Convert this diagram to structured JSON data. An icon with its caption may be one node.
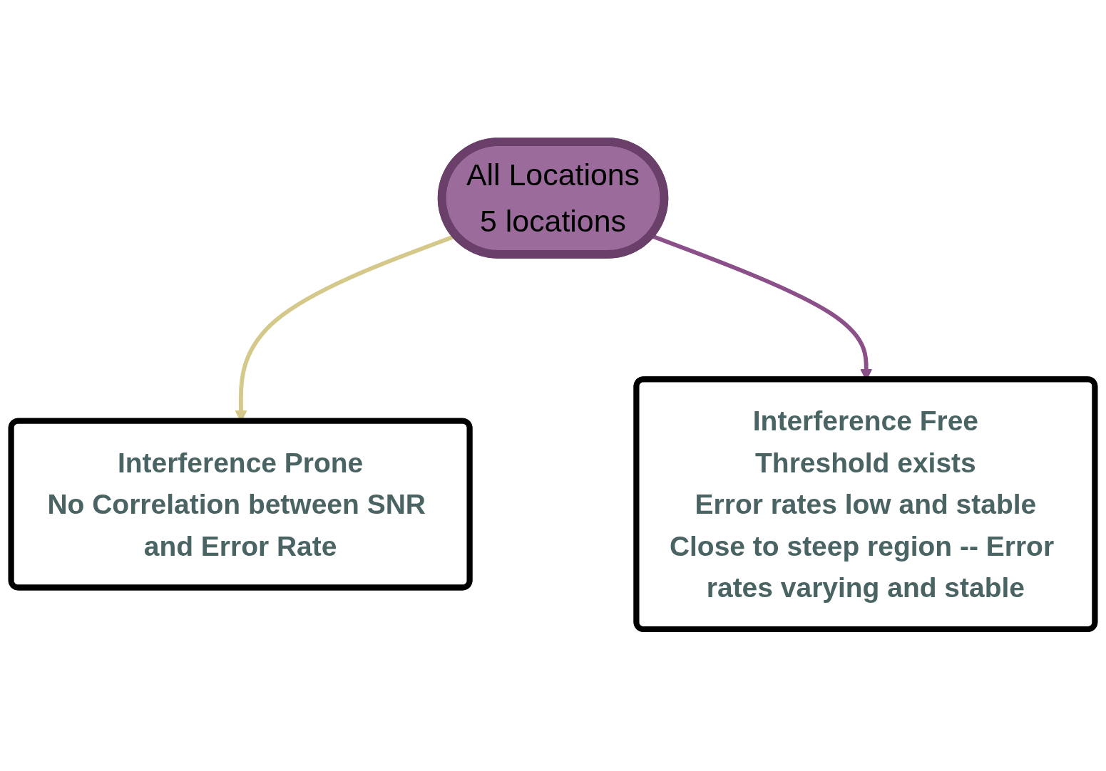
{
  "diagram": {
    "nodes": [
      {
        "text": [
          "All Locations",
          "5 locations"
        ]
      },
      {
        "text": [
          "Interference Prone",
          "No Correlation between SNR and Error Rate"
        ]
      },
      {
        "text": [
          "Interference Free",
          "Threshold exists",
          "Error rates low and stable",
          "Close to steep region -- Error rates varying and stable"
        ]
      }
    ],
    "edges": [
      {
        "from": 0,
        "to": 1,
        "arrow": "to",
        "color": "#d4c98a"
      },
      {
        "from": 0,
        "to": 2,
        "arrow": "to",
        "color": "#8b4f8a"
      }
    ]
  }
}
